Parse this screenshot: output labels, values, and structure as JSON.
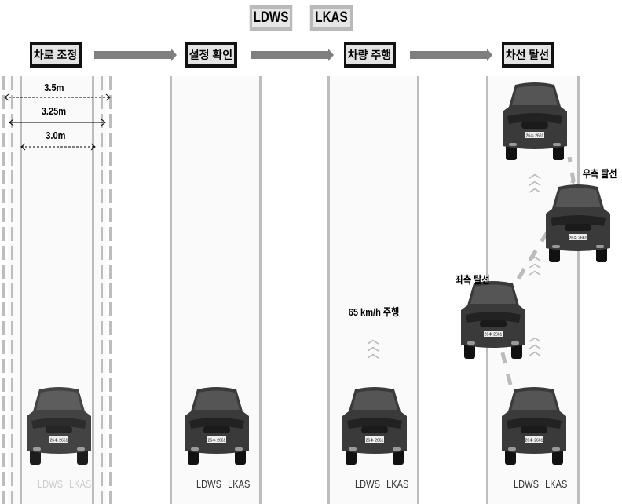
{
  "systems": [
    "LDWS",
    "LKAS"
  ],
  "steps": [
    "차로 조정",
    "설정 확인",
    "차량 주행",
    "차선 탈선"
  ],
  "dimensions": [
    "3.5m",
    "3.25m",
    "3.0m"
  ],
  "speed_label": "65 km/h 주행",
  "departure_labels": {
    "right": "우측 탈선",
    "left": "좌측 탈선"
  },
  "lane_system_labels": [
    "LDWS  LKAS",
    "LDWS  LKAS",
    "LDWS  LKAS",
    "LDWS  LKAS"
  ],
  "plate": "26수 2661",
  "colors": {
    "arrow": "#7f7f7f",
    "step_bg": "#e4e4e4",
    "lane_line": "#bdbdbd",
    "car": "#3a3a3a"
  }
}
